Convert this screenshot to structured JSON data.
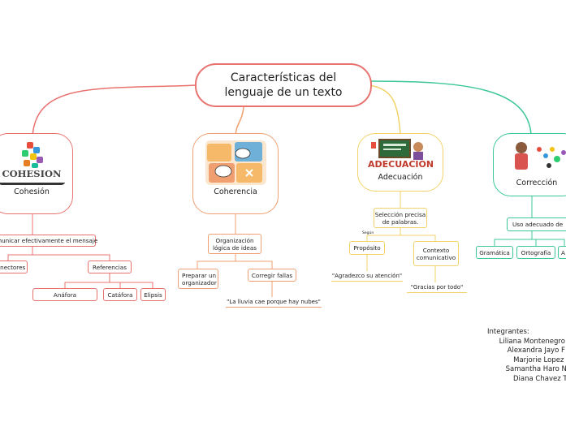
{
  "root": {
    "title_line1": "Características del",
    "title_line2": "lenguaje de un texto"
  },
  "cohesion": {
    "label": "Cohesión",
    "image_text": "COHESION",
    "child": "Comunicar efectivamente el mensaje",
    "conectores": "Conectores",
    "referencias": "Referencias",
    "anafora": "Anáfora",
    "catafora": "Catáfora",
    "elipsis": "Elipsis"
  },
  "coherencia": {
    "label": "Coherencia",
    "child_line1": "Organización",
    "child_line2": "lógica de ideas",
    "preparar_line1": "Preparar un",
    "preparar_line2": "organizador",
    "corregir": "Corregir fallas",
    "ejemplo": "\"La lluvia cae porque hay nubes\""
  },
  "adecuacion": {
    "label": "Adecuación",
    "image_text": "ADECUACION",
    "child_line1": "Selección precisa",
    "child_line2": "de palabras.",
    "segun": "Según",
    "proposito": "Propósito",
    "contexto_line1": "Contexto",
    "contexto_line2": "comunicativo",
    "ejemplo1": "\"Agradezco su atención\"",
    "ejemplo2": "\"Gracias por todo\""
  },
  "correccion": {
    "label": "Corrección",
    "child": "Uso adecuado de",
    "gramatica": "Gramática",
    "ortografia": "Ortografía",
    "cut": "A"
  },
  "credits": {
    "title": "Integrantes:",
    "names": [
      "Liliana Montenegro",
      "Alexandra Jayo F",
      "Marjorie Lopez",
      "Samantha Haro N",
      "Diana Chavez T"
    ]
  },
  "colors": {
    "red": "#e8726f",
    "orange": "#f0a070",
    "yellow": "#f2d36a",
    "green": "#3cc79a"
  }
}
